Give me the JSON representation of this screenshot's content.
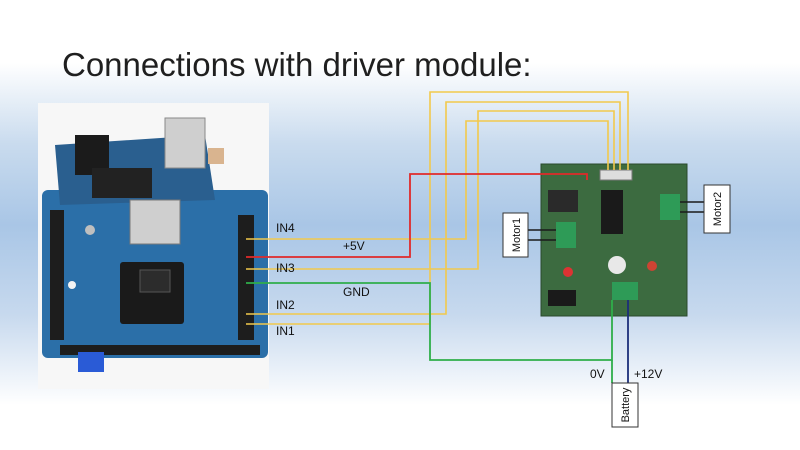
{
  "slide": {
    "title": "Connections with driver module:"
  },
  "labels": {
    "in4": "IN4",
    "plus5v": "+5V",
    "in3": "IN3",
    "gnd": "GND",
    "in2": "IN2",
    "in1": "IN1",
    "motor1": "Motor1",
    "motor2": "Motor2",
    "zero_v": "0V",
    "plus12v": "+12V",
    "battery": "Battery"
  },
  "colors": {
    "signal_wire": "#f2c94c",
    "power_wire": "#e02a2a",
    "ground_wire": "#2fae4a",
    "battery_wire": "#1c2f7a",
    "arduino_board": "#2b6fa8",
    "driver_board": "#2f5d34"
  }
}
